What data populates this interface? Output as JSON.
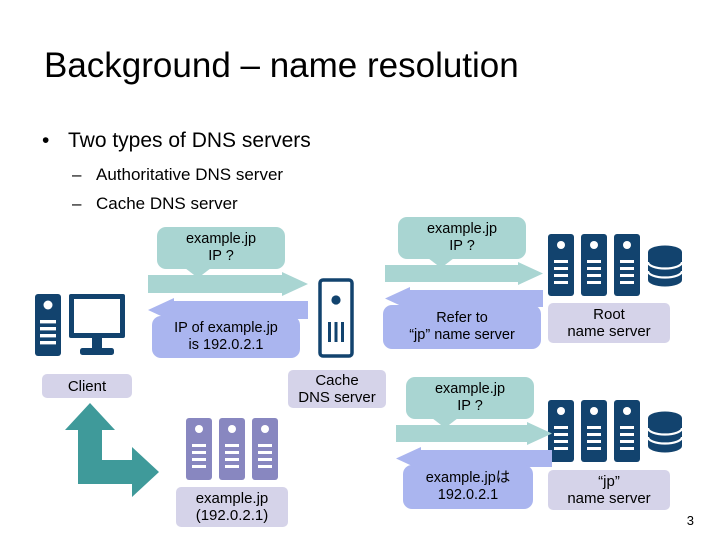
{
  "slide": {
    "title": "Background – name resolution",
    "page_number": "3",
    "bullets": {
      "level1": "Two types of DNS servers",
      "level2": [
        "Authoritative DNS server",
        "Cache DNS server"
      ]
    }
  },
  "colors": {
    "navy": "#12436e",
    "purple_rack": "#8887c0",
    "teal_arrow": "#a9d5d2",
    "peri_arrow": "#aab5ef",
    "teal_bubble": "#a9d5d2",
    "peri_bubble": "#aab5ef",
    "lavender_label": "#d5d3e9",
    "teal_bent_arrow": "#3f9a9a",
    "text": "#000000",
    "background": "#ffffff"
  },
  "diagram": {
    "nodes": {
      "client": {
        "label": "Client",
        "icon": "desktop-computer-icon"
      },
      "cache_dns": {
        "label": "Cache\nDNS server",
        "icon": "server-tower-icon"
      },
      "root_ns": {
        "label": "Root\nname server",
        "icon": "server-rack-group-icon"
      },
      "jp_ns": {
        "label": "“jp”\nname server",
        "icon": "server-rack-group-icon"
      },
      "authoritative_ns": {
        "label": "example.jp\n(192.0.2.1)",
        "icon": "server-rack-group-icon"
      }
    },
    "messages": {
      "client_query": {
        "text": "example.jp\nIP ?",
        "kind": "query",
        "direction": "right"
      },
      "client_answer": {
        "text": "IP of example.jp\nis 192.0.2.1",
        "kind": "answer",
        "direction": "left"
      },
      "root_query": {
        "text": "example.jp\nIP ?",
        "kind": "query",
        "direction": "right"
      },
      "root_answer": {
        "text": "Refer to\n“jp” name server",
        "kind": "answer",
        "direction": "left"
      },
      "jp_query": {
        "text": "example.jp\nIP ?",
        "kind": "query",
        "direction": "right"
      },
      "jp_answer": {
        "text": "example.jpは\n192.0.2.1",
        "kind": "answer",
        "direction": "left"
      }
    },
    "flow_arrow": {
      "icon": "bent-arrow-up-right-icon"
    }
  }
}
